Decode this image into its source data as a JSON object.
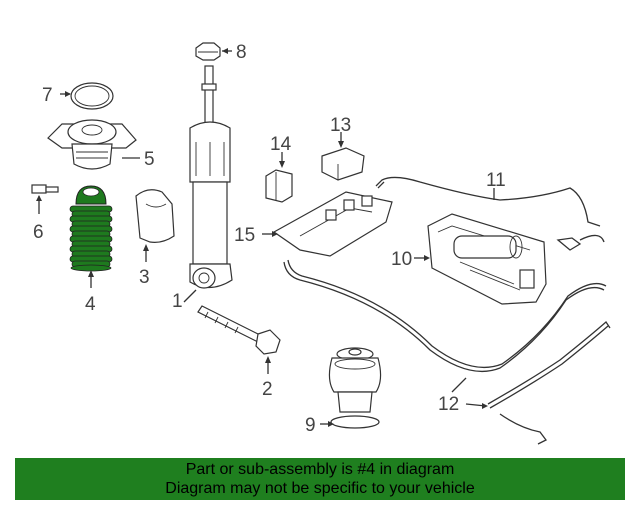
{
  "callouts": {
    "c1": "1",
    "c2": "2",
    "c3": "3",
    "c4": "4",
    "c5": "5",
    "c6": "6",
    "c7": "7",
    "c8": "8",
    "c9": "9",
    "c10": "10",
    "c11": "11",
    "c12": "12",
    "c13": "13",
    "c14": "14",
    "c15": "15"
  },
  "banner": {
    "line1": "Part or sub-assembly is #4 in diagram",
    "line2": "Diagram may not be specific to your vehicle"
  },
  "colors": {
    "highlight_part": "#1e7a1e",
    "banner_bg": "#1f7f1f",
    "line": "#333333"
  }
}
